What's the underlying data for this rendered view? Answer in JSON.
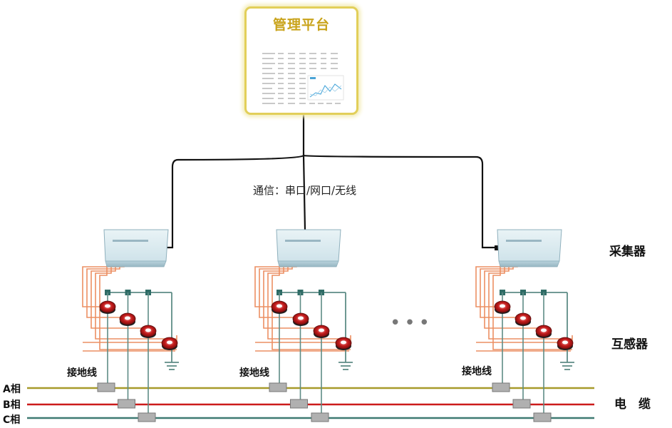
{
  "platform": {
    "title": "管理平台"
  },
  "comm_label": "通信：串口/网口/无线",
  "labels": {
    "collector": "采集器",
    "transformer": "互感器",
    "cable": "电　缆",
    "ground_wire": "接地线",
    "phase_a": "A相",
    "phase_b": "B相",
    "phase_c": "C相"
  },
  "colors": {
    "phase_a": "#a79a2a",
    "phase_b": "#cc1b1b",
    "phase_c": "#3e7a72",
    "signal_wire": "#ec8f63",
    "ground_bus": "#5e8c86",
    "platform_border": "#e2cf5a",
    "platform_title": "#c9a31a"
  },
  "ellipsis": "•••"
}
